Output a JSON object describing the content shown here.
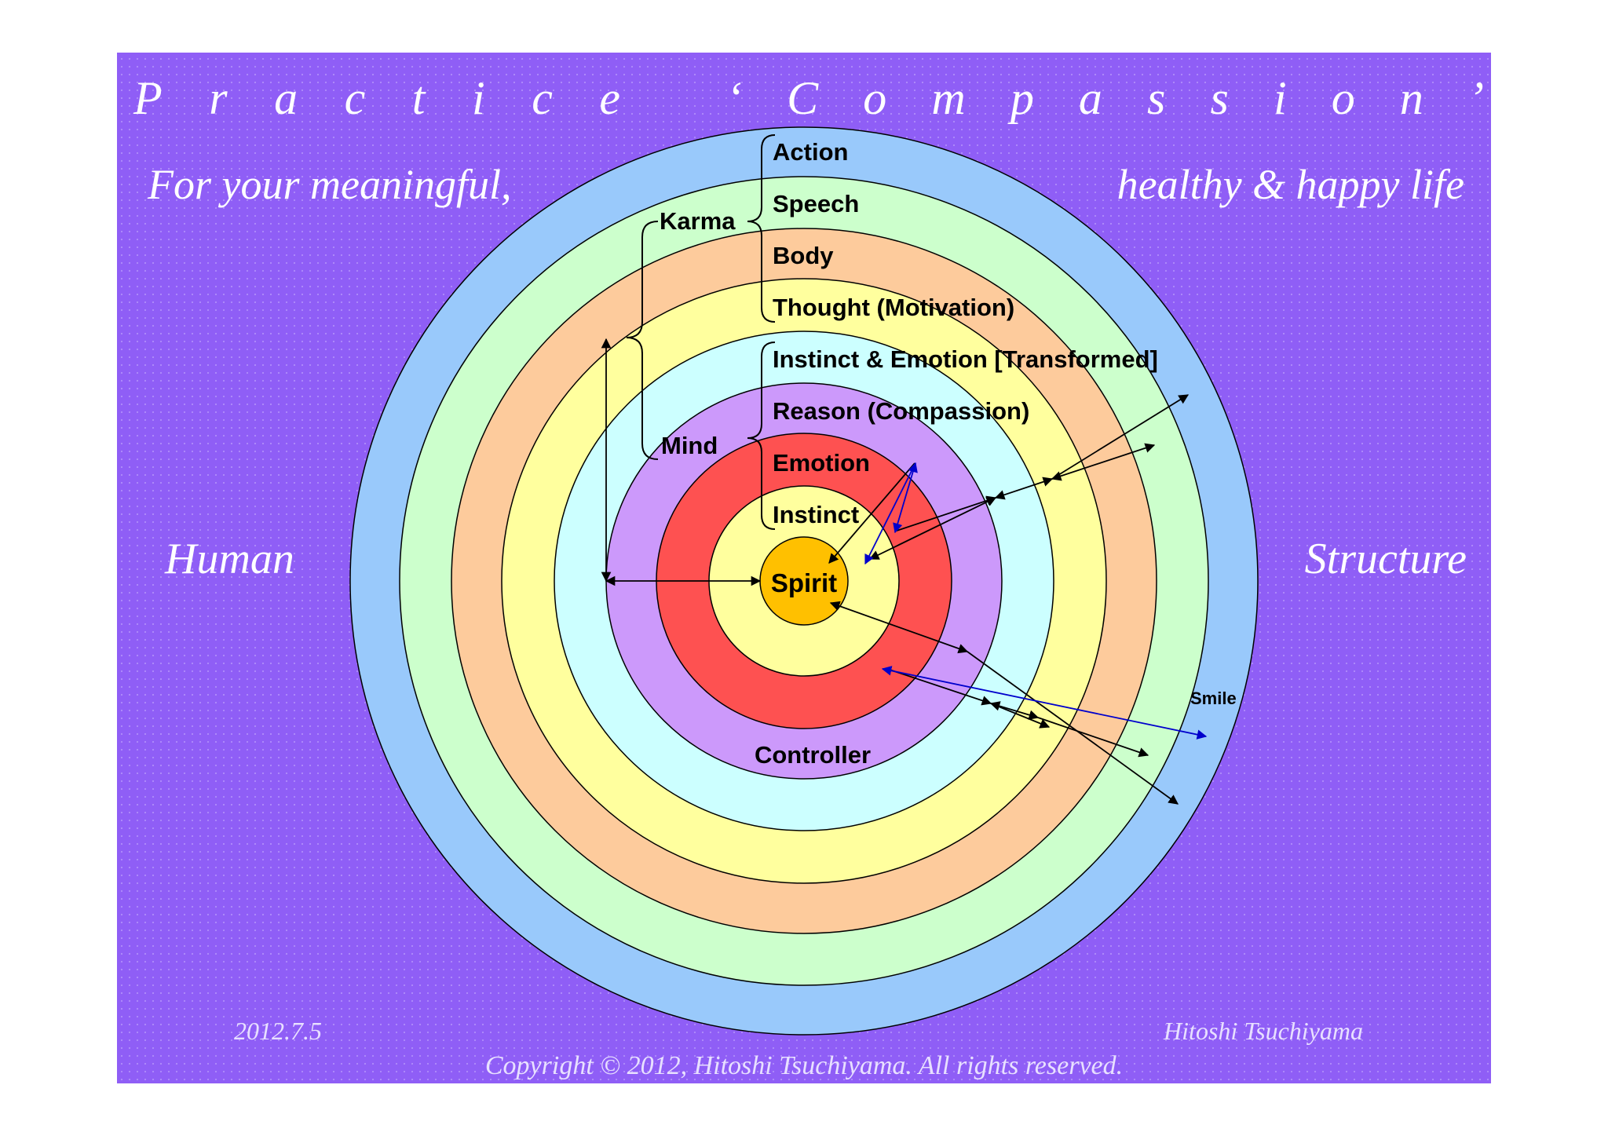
{
  "title": {
    "left": "Practice",
    "right": "‘Compassion’"
  },
  "subtitle": {
    "left": "For your meaningful,",
    "right": "healthy & happy life"
  },
  "side_labels": {
    "left": "Human",
    "right": "Structure"
  },
  "rings": [
    {
      "name": "outer-blue",
      "color": "#99c9fb"
    },
    {
      "name": "green",
      "color": "#ccffcc"
    },
    {
      "name": "orange",
      "color": "#fdcb9c"
    },
    {
      "name": "yellow",
      "color": "#ffff9e"
    },
    {
      "name": "cyan",
      "color": "#ccffff"
    },
    {
      "name": "violet",
      "color": "#cc99fb"
    },
    {
      "name": "red",
      "color": "#fe5151"
    },
    {
      "name": "inner-yellow",
      "color": "#ffff9e"
    },
    {
      "name": "spirit-core",
      "color": "#ffc000"
    }
  ],
  "layer_labels": {
    "action": "Action",
    "speech": "Speech",
    "body": "Body",
    "thought": "Thought (Motivation)",
    "instinct_emotion_transformed": "Instinct & Emotion [Transformed]",
    "reason": "Reason (Compassion)",
    "emotion": "Emotion",
    "instinct": "Instinct",
    "spirit": "Spirit",
    "controller": "Controller",
    "smile": "Smile"
  },
  "group_labels": {
    "karma": "Karma",
    "mind": "Mind"
  },
  "footer": {
    "date": "2012.7.5",
    "author": "Hitoshi Tsuchiyama",
    "copyright": "Copyright © 2012, Hitoshi Tsuchiyama. All rights reserved."
  },
  "colors": {
    "background": "#8f5ef6",
    "dot_pattern": "#c9b2ff",
    "title_text": "#ffffff",
    "black_arrow": "#000000",
    "blue_arrow": "#0000cc"
  }
}
